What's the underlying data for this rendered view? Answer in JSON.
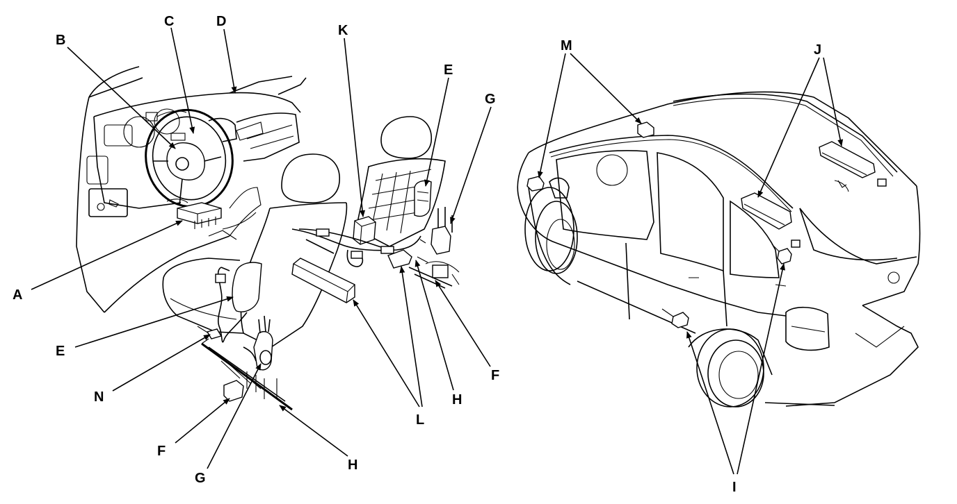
{
  "labels": {
    "A": "A",
    "B": "B",
    "C": "C",
    "D": "D",
    "E": "E",
    "F": "F",
    "G": "G",
    "H": "H",
    "I": "I",
    "J": "J",
    "K": "K",
    "L": "L",
    "M": "M",
    "N": "N"
  },
  "colors": {
    "ink": "#000000",
    "paper": "#ffffff"
  }
}
